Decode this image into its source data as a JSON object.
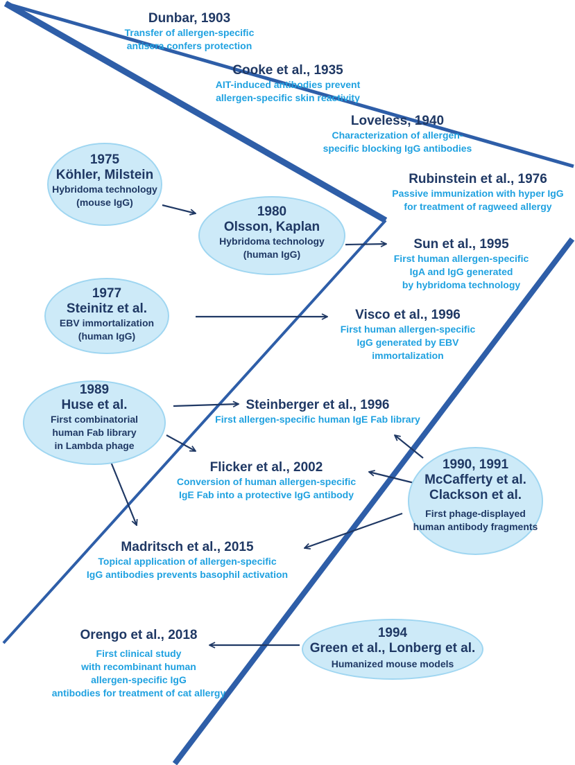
{
  "colors": {
    "timeline_line": "#2e5ea8",
    "arrow": "#1f3864",
    "event_title": "#1f3864",
    "event_description": "#1fa1e0",
    "oval_fill": "#cdeaf8",
    "oval_border": "#9fd6f1"
  },
  "events": {
    "dunbar": {
      "title": "Dunbar, 1903",
      "line1": "Transfer of allergen-specific",
      "line2": "antisera confers protection"
    },
    "cooke": {
      "title": "Cooke et al., 1935",
      "line1": "AIT-induced antibodies prevent",
      "line2": "allergen-specific skin reactivity"
    },
    "loveless": {
      "title": "Loveless, 1940",
      "line1": "Characterization of allergen-",
      "line2": "specific blocking IgG antibodies"
    },
    "rubinstein": {
      "title": "Rubinstein et al., 1976",
      "line1": "Passive immunization with hyper IgG",
      "line2": "for treatment of ragweed allergy"
    },
    "sun": {
      "title": "Sun et al., 1995",
      "line1": "First human allergen-specific",
      "line2": "IgA and IgG generated",
      "line3": "by hybridoma technology"
    },
    "visco": {
      "title": "Visco et al., 1996",
      "line1": "First human allergen-specific",
      "line2": "IgG generated by EBV",
      "line3": "immortalization"
    },
    "steinberger": {
      "title": "Steinberger et al., 1996",
      "line1": "First allergen-specific human IgE Fab library"
    },
    "flicker": {
      "title": "Flicker et al., 2002",
      "line1": "Conversion of human allergen-specific",
      "line2": "IgE Fab into a protective IgG antibody"
    },
    "madritsch": {
      "title": "Madritsch et al., 2015",
      "line1": "Topical application of allergen-specific",
      "line2": "IgG antibodies prevents basophil activation"
    },
    "orengo": {
      "title": "Orengo et al., 2018",
      "line1": "First clinical study",
      "line2": "with recombinant  human",
      "line3": "allergen-specific IgG",
      "line4": "antibodies for treatment of cat allergy"
    }
  },
  "milestones": {
    "kohler": {
      "year": "1975",
      "names": "Köhler, Milstein",
      "line1": "Hybridoma technology",
      "line2": "(mouse IgG)"
    },
    "olsson": {
      "year": "1980",
      "names": "Olsson, Kaplan",
      "line1": "Hybridoma technology",
      "line2": "(human IgG)"
    },
    "steinitz": {
      "year": "1977",
      "names": "Steinitz et al.",
      "line1": "EBV immortalization",
      "line2": "(human IgG)"
    },
    "huse": {
      "year": "1989",
      "names": "Huse et al.",
      "line1": "First combinatorial",
      "line2": "human Fab library",
      "line3": "in Lambda phage"
    },
    "mccafferty": {
      "year": "1990, 1991",
      "names": "McCafferty et al.",
      "names2": "Clackson et al.",
      "line1": "First phage-displayed",
      "line2": "human antibody fragments"
    },
    "green": {
      "year": "1994",
      "names": "Green et al., Lonberg et al.",
      "line1": "Humanized mouse models"
    }
  }
}
